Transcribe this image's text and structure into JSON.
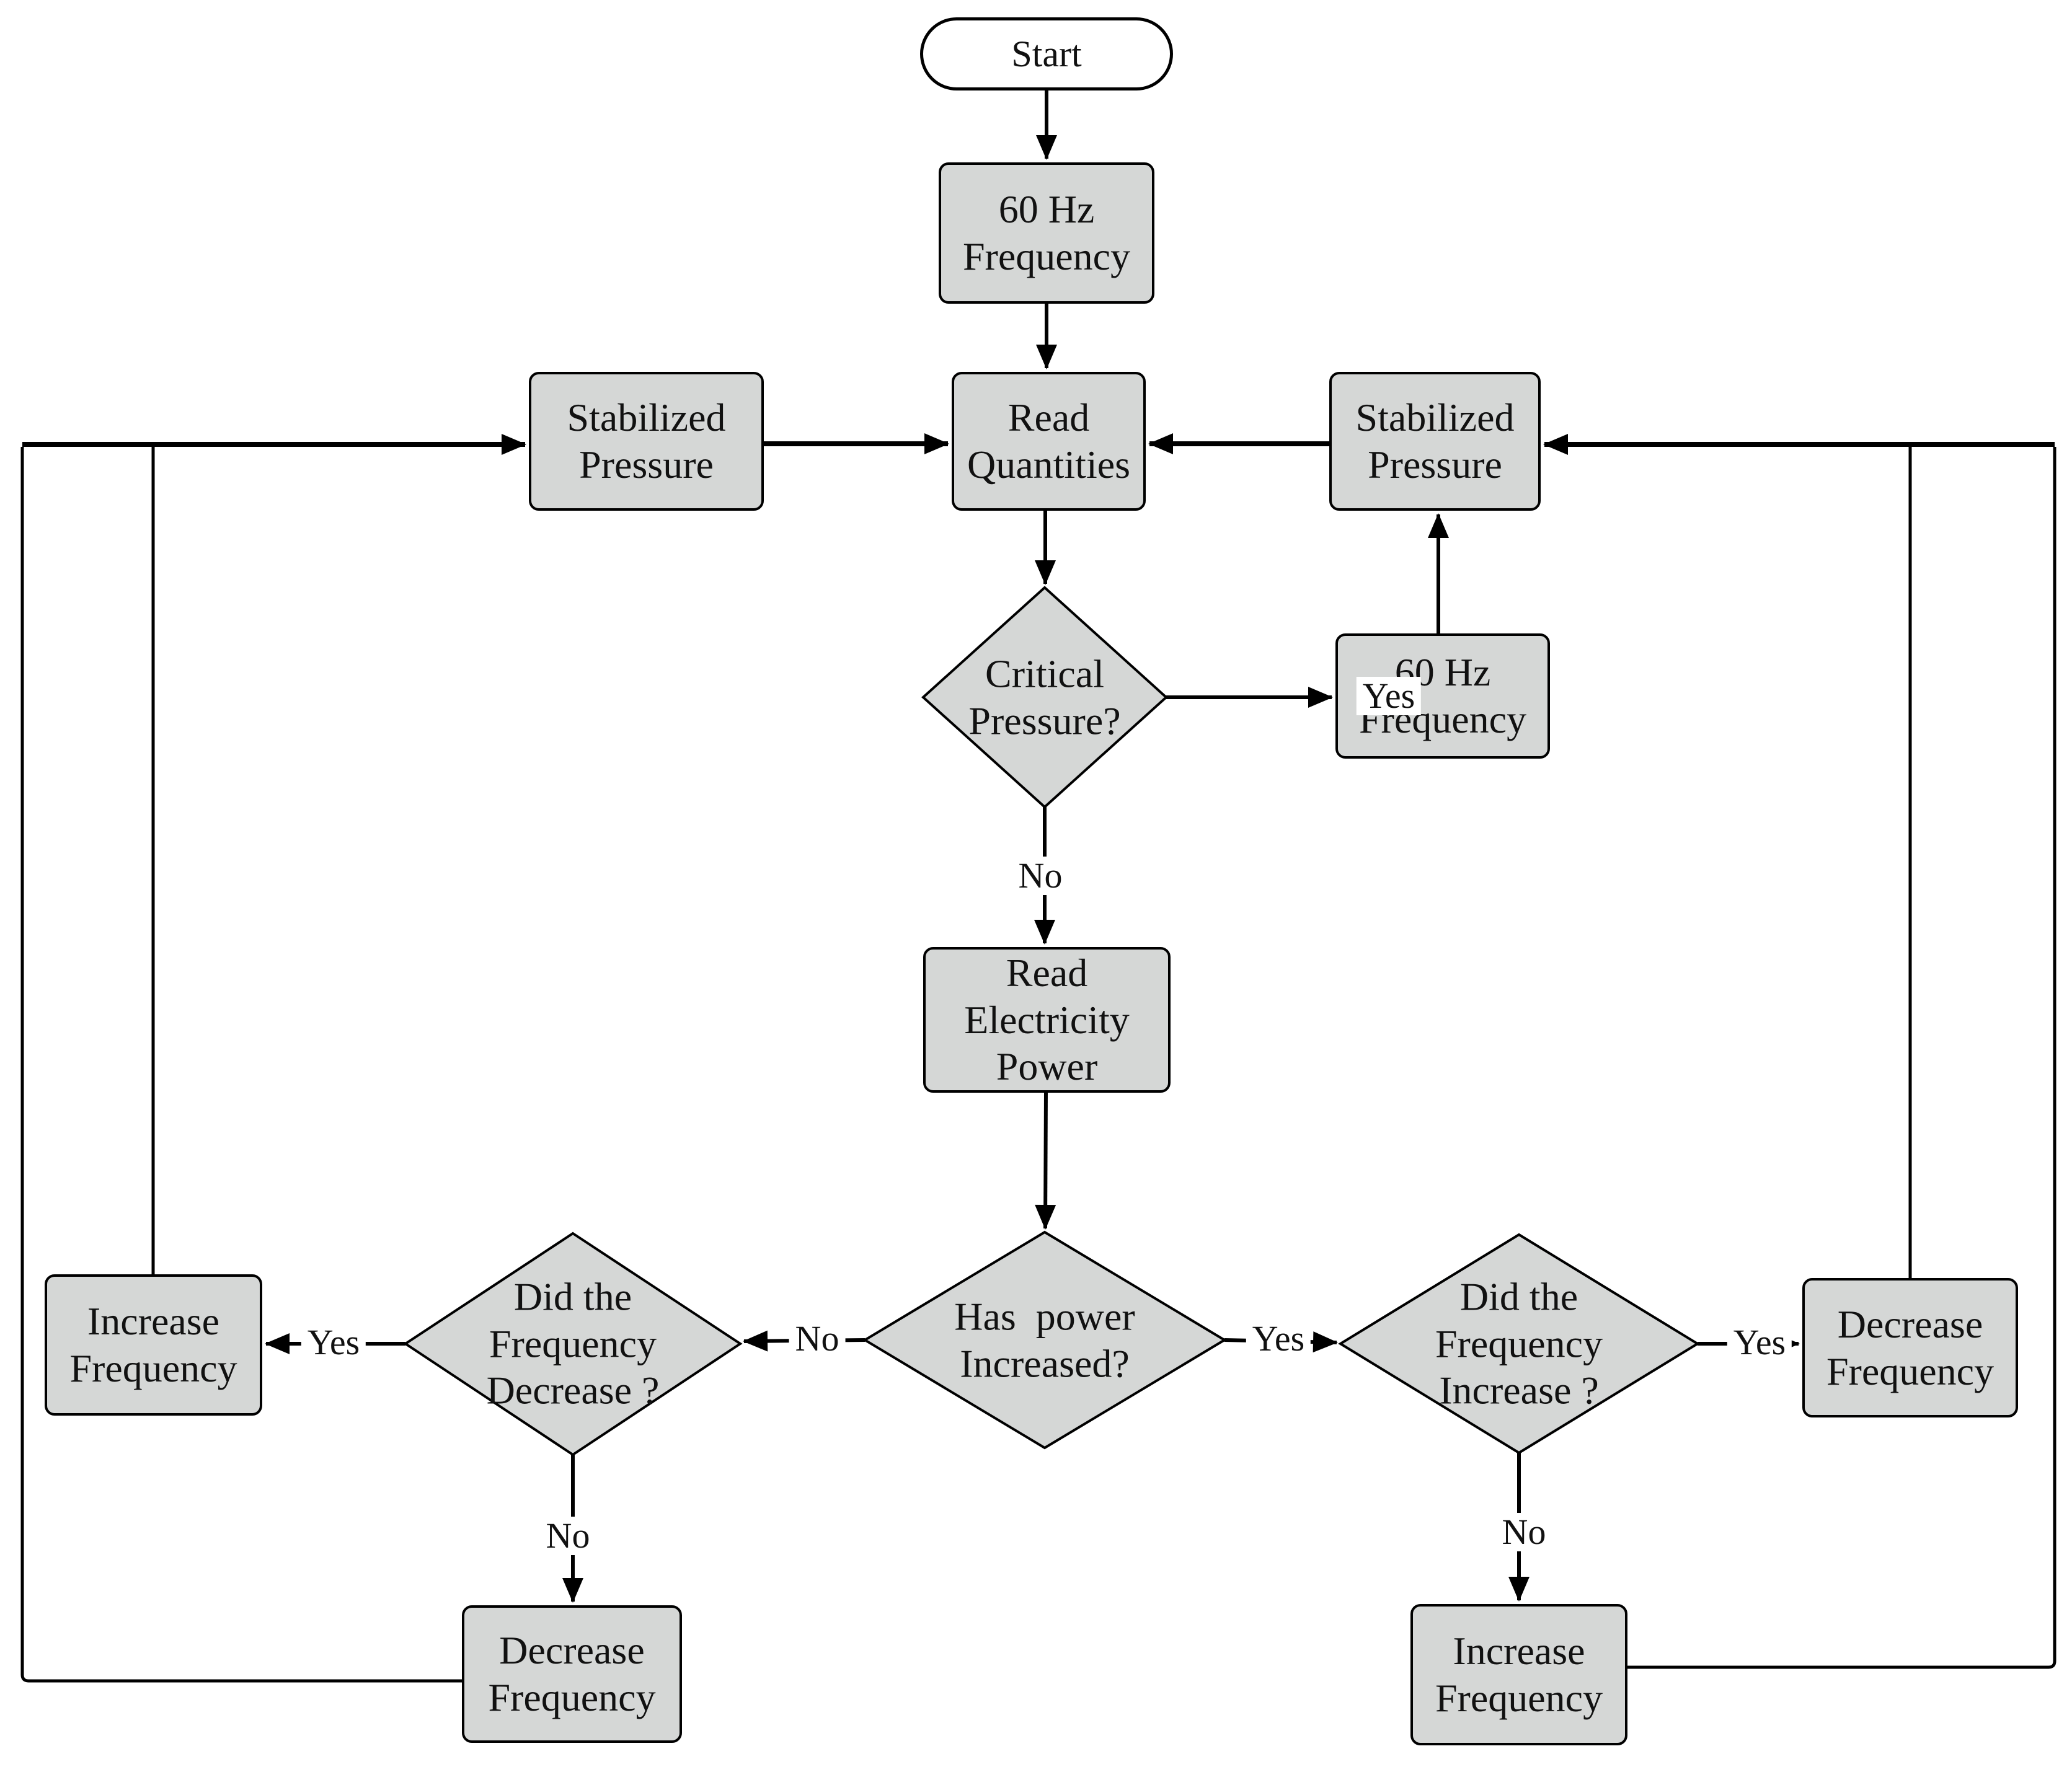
{
  "theme": {
    "background": "#ffffff",
    "node_fill": "#d5d7d6",
    "node_border": "#000000",
    "start_fill": "#ffffff",
    "line_color": "#000000",
    "text_color": "#111111"
  },
  "nodes": {
    "start": {
      "label": "Start",
      "type": "terminator"
    },
    "freq60_top": {
      "label": "60 Hz\nFrequency",
      "type": "process"
    },
    "stabilized_left": {
      "label": "Stabilized\nPressure",
      "type": "process"
    },
    "read_quantities": {
      "label": "Read\nQuantities",
      "type": "process"
    },
    "stabilized_right": {
      "label": "Stabilized\nPressure",
      "type": "process"
    },
    "critical_pressure": {
      "label": "Critical\nPressure?",
      "type": "decision"
    },
    "freq60_right": {
      "label": "60 Hz\nFrequency",
      "type": "process"
    },
    "read_electricity_power": {
      "label": "Read\nElectricity\nPower",
      "type": "process"
    },
    "has_power_increased": {
      "label": "Has  power\nIncreased?",
      "type": "decision"
    },
    "did_frequency_decrease": {
      "label": "Did the\nFrequency\nDecrease ?",
      "type": "decision"
    },
    "did_frequency_increase": {
      "label": "Did the\nFrequency\nIncrease ?",
      "type": "decision"
    },
    "increase_frequency_left": {
      "label": "Increase\nFrequency",
      "type": "process"
    },
    "decrease_frequency_right": {
      "label": "Decrease\nFrequency",
      "type": "process"
    },
    "decrease_frequency_bottom_left": {
      "label": "Decrease\nFrequency",
      "type": "process"
    },
    "increase_frequency_bottom_right": {
      "label": "Increase\nFrequency",
      "type": "process"
    }
  },
  "edge_labels": {
    "critical_yes": "Yes",
    "critical_no": "No",
    "power_no": "No",
    "power_yes": "Yes",
    "decrease_yes": "Yes",
    "decrease_no": "No",
    "increase_yes": "Yes",
    "increase_no": "No"
  }
}
